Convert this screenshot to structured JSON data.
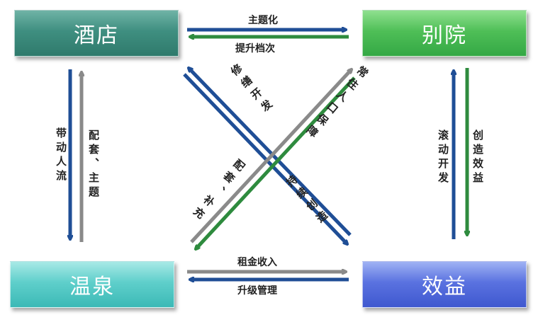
{
  "nodes": {
    "hotel": "酒店",
    "villa": "别院",
    "hot_spring": "温泉",
    "benefit": "效益"
  },
  "labels": {
    "hotel_to_villa": "主题化",
    "villa_to_hotel": "提升档次",
    "spring_to_benefit": "租金收入",
    "benefit_to_spring": "升级管理",
    "hotel_to_spring": "带动人流",
    "spring_to_hotel": "配套、主题",
    "villa_to_benefit": "创造效益",
    "benefit_to_villa": "滚动开发",
    "diag_hotel_down": "修缮开发",
    "diag_benefit_up": "持续创造",
    "diag_villa_down": "常住人口保障",
    "diag_spring_up": "配套、补充"
  },
  "colors": {
    "blue": "#1f4e96",
    "green": "#2e8b3e",
    "gray": "#8a8a8a"
  }
}
